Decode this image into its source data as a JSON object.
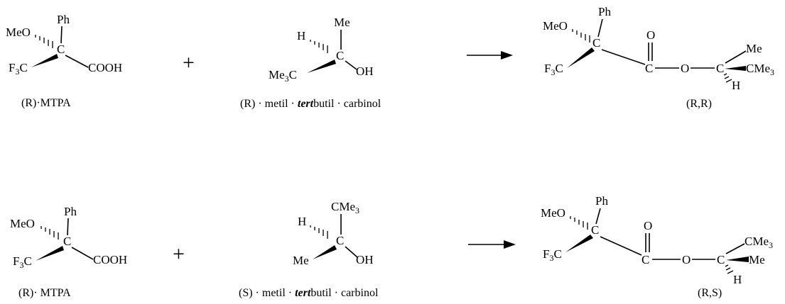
{
  "atoms": {
    "methoxy": "MeO",
    "phenyl": "Ph",
    "carbon": "C",
    "trifluoromethyl_base": "F",
    "trifluoromethyl_sub": "3",
    "trifluoromethyl_tail": "C",
    "carboxyl": "COOH",
    "hydrogen": "H",
    "methyl": "Me",
    "tert_butyl_base": "CMe",
    "tert_butyl_sub": "3",
    "tert_butyl_left_base": "Me",
    "tert_butyl_left_sub": "3",
    "tert_butyl_left_tail": "C",
    "hydroxyl": "OH",
    "carbonyl_oxygen": "O",
    "ester_oxygen": "O"
  },
  "operators": {
    "plus": "+"
  },
  "reactions": [
    {
      "acid_label": "(R)·MTPA",
      "alcohol_label_pre": "(R) · metil · ",
      "alcohol_label_em": "tert",
      "alcohol_label_post": "butil · carbinol",
      "product_label": "(R,R)"
    },
    {
      "acid_label": "(R)· MTPA",
      "alcohol_label_pre": "(S) · metil · ",
      "alcohol_label_em": "tert",
      "alcohol_label_post": "butil · carbinol",
      "product_label": "(R,S)"
    }
  ]
}
